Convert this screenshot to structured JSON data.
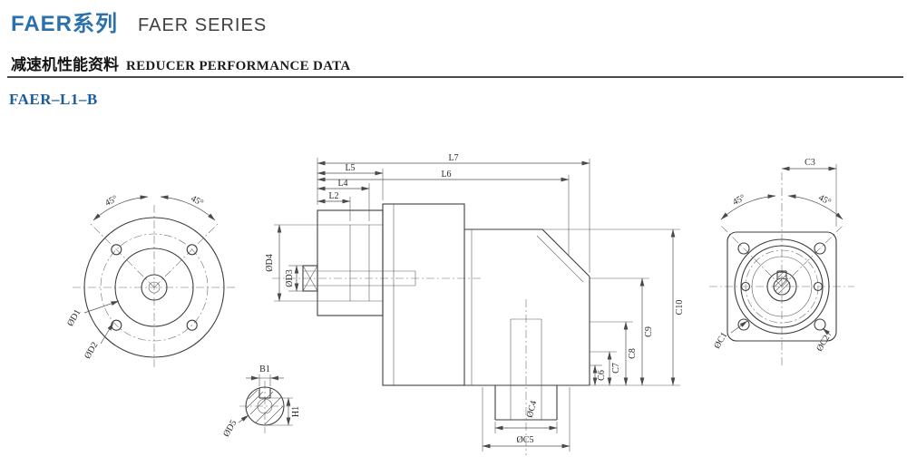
{
  "header": {
    "series_cn": "FAER系列",
    "series_en": "FAER SERIES",
    "perf_cn": "减速机性能资料",
    "perf_en": "REDUCER PERFORMANCE DATA",
    "model": "FAER–L1–B"
  },
  "colors": {
    "accent_blue": "#2b72ad",
    "model_blue": "#1d5c9b",
    "line_dark": "#3e3e3e",
    "line_dim": "#565656"
  },
  "drawing": {
    "front": {
      "angle_left": "45°",
      "angle_right": "45°",
      "d1": "ØD1",
      "d2": "ØD2"
    },
    "side": {
      "l2": "L2",
      "l4": "L4",
      "l5": "L5",
      "l6": "L6",
      "l7": "L7",
      "d3": "ØD3",
      "d4": "ØD4",
      "c6": "C6",
      "c7": "C7",
      "c8": "C8",
      "c9": "C9",
      "c10": "C10",
      "c4": "ØC4",
      "c5": "ØC5"
    },
    "detail": {
      "b1": "B1",
      "h1": "H1",
      "d5": "ØD5"
    },
    "rear": {
      "c3": "C3",
      "angle_left": "45°",
      "angle_right": "45°",
      "c1": "ØC1",
      "c2": "ØC2"
    }
  }
}
